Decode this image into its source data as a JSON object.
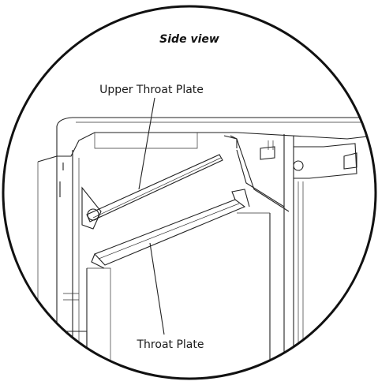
{
  "view_title": "Side view",
  "callouts": {
    "upper_throat_plate": "Upper Throat Plate",
    "throat_plate": "Throat Plate"
  },
  "colors": {
    "line": "#222222",
    "circle_border": "#111111",
    "background": "#ffffff"
  }
}
